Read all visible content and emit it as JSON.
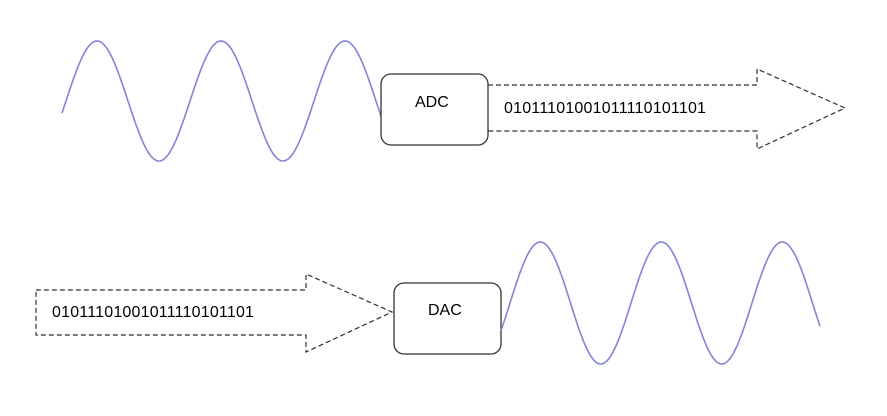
{
  "adc": {
    "label": "ADC",
    "output_bits": "0101110100101111010110​1"
  },
  "dac": {
    "label": "DAC",
    "input_bits": "0101110100101111010110​1"
  },
  "colors": {
    "wave": "#8484d4",
    "line": "#333333",
    "box_fill": "#ffffff",
    "text": "#000000"
  }
}
